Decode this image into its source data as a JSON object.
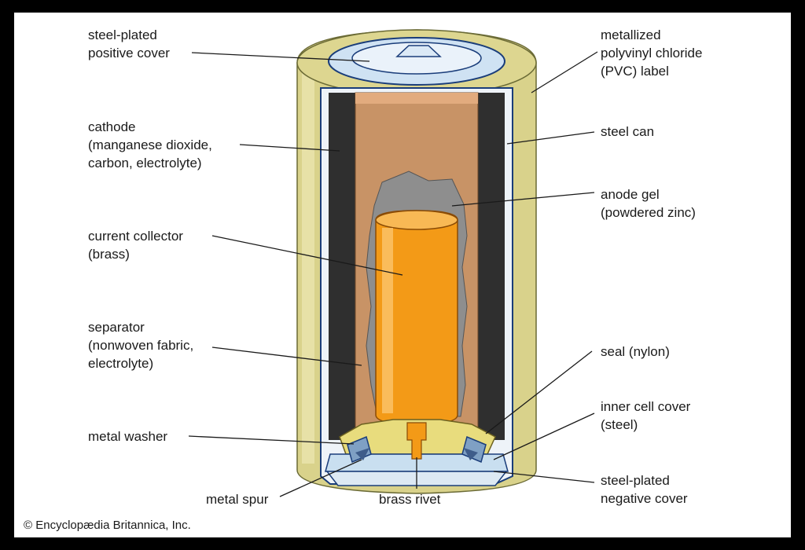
{
  "labels": {
    "positive_cover": [
      "steel-plated",
      "positive cover"
    ],
    "cathode": [
      "cathode",
      "(manganese dioxide,",
      "carbon, electrolyte)"
    ],
    "current_collector": [
      "current collector",
      "(brass)"
    ],
    "separator": [
      "separator",
      "(nonwoven fabric,",
      "electrolyte)"
    ],
    "metal_washer": [
      "metal washer"
    ],
    "metal_spur": [
      "metal spur"
    ],
    "brass_rivet": [
      "brass rivet"
    ],
    "pvc_label": [
      "metallized",
      "polyvinyl chloride",
      "(PVC) label"
    ],
    "steel_can": [
      "steel can"
    ],
    "anode_gel": [
      "anode gel",
      "(powdered zinc)"
    ],
    "seal": [
      "seal (nylon)"
    ],
    "inner_cell_cover": [
      "inner cell cover",
      "(steel)"
    ],
    "negative_cover": [
      "steel-plated",
      "negative cover"
    ]
  },
  "credit": "© Encyclopædia Britannica, Inc.",
  "colors": {
    "background": "#000000",
    "panel": "#ffffff",
    "label_green": "#d6cf86",
    "steel_can": "#e8eef5",
    "cathode": "#2f2f2f",
    "anode_gel": "#c89366",
    "zinc": "#8d8d8d",
    "current_collector": "#f39a17",
    "cover_blue": "#c9dff0"
  }
}
